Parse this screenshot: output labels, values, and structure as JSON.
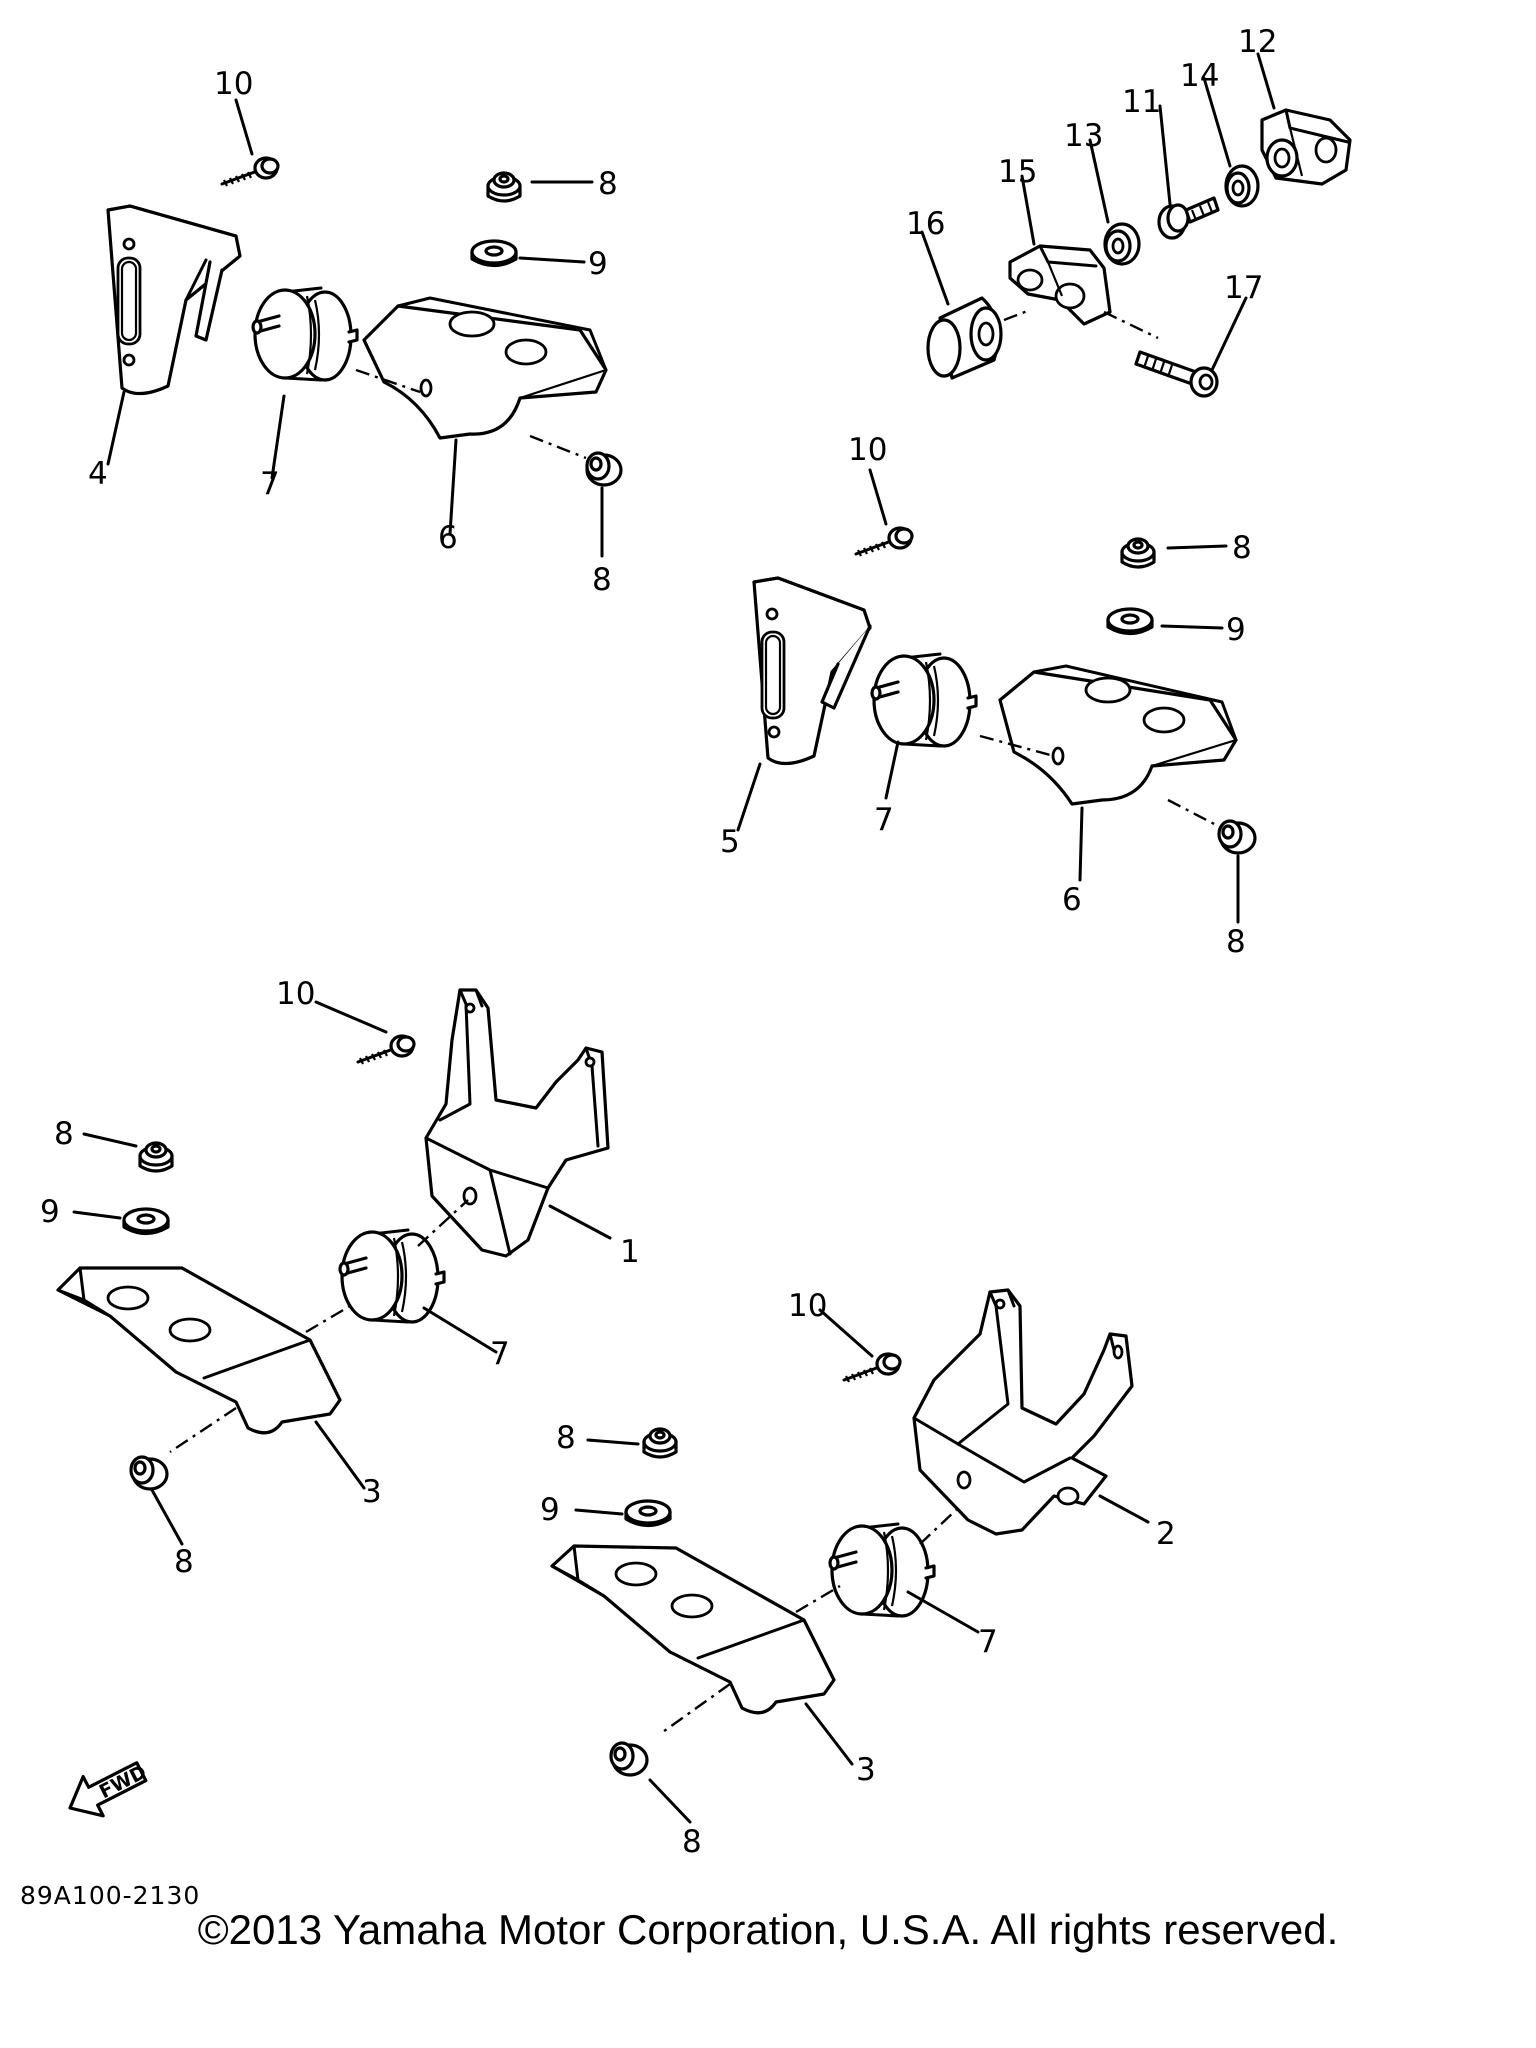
{
  "diagram": {
    "drawing_code": "89A100-2130",
    "direction_label": "FWD",
    "callouts": {
      "c1": "1",
      "c2": "2",
      "c3a": "3",
      "c3b": "3",
      "c4": "4",
      "c5": "5",
      "c6a": "6",
      "c6b": "6",
      "c7a": "7",
      "c7b": "7",
      "c7c": "7",
      "c7d": "7",
      "c8a": "8",
      "c8b": "8",
      "c8c": "8",
      "c8d": "8",
      "c8e": "8",
      "c8f": "8",
      "c8g": "8",
      "c8h": "8",
      "c9a": "9",
      "c9b": "9",
      "c9c": "9",
      "c9d": "9",
      "c10a": "10",
      "c10b": "10",
      "c10c": "10",
      "c10d": "10",
      "c11": "11",
      "c12": "12",
      "c13": "13",
      "c14": "14",
      "c15": "15",
      "c16": "16",
      "c17": "17"
    }
  },
  "footer": {
    "copyright": "©2013 Yamaha Motor Corporation, U.S.A. All rights reserved."
  }
}
